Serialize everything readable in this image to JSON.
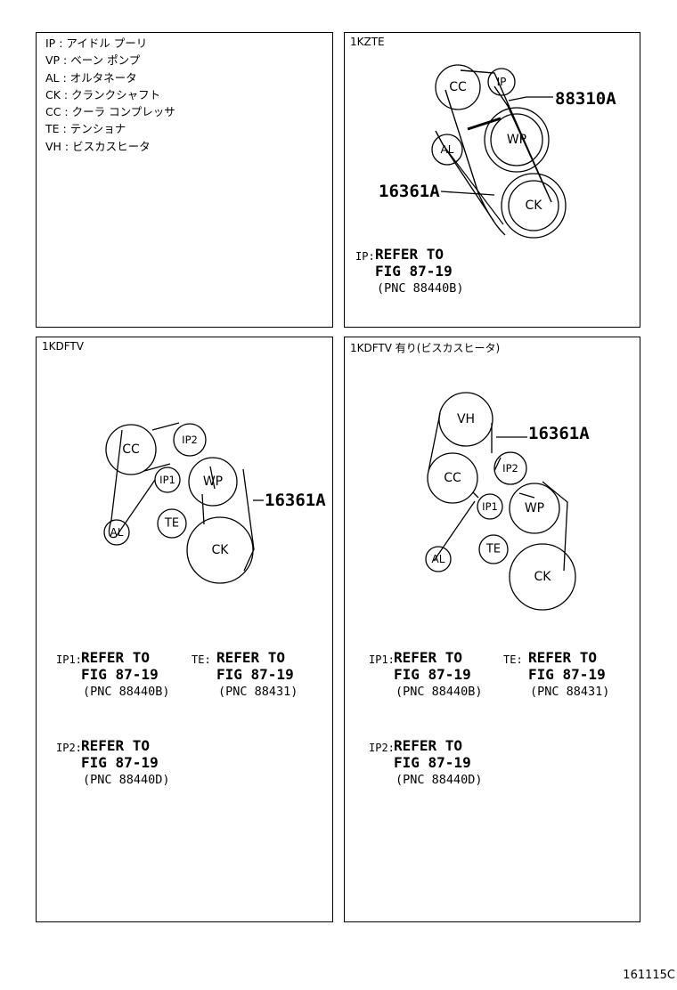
{
  "legend": {
    "items": [
      "IP : アイドル プーリ",
      "VP : ベーン ポンプ",
      "AL : オルタネータ",
      "CK : クランクシャフト",
      "CC : クーラ コンプレッサ",
      "TE : テンショナ",
      "VH : ビスカスヒータ"
    ]
  },
  "panels": {
    "kzte": {
      "title": "1KZTE",
      "pulleys": {
        "cc": "CC",
        "ip": "IP",
        "wp": "WP",
        "al": "AL",
        "ck": "CK"
      },
      "callouts": {
        "fan_belt": "88310A",
        "belt": "16361A"
      },
      "refs": [
        {
          "key": "IP:",
          "line1": "REFER TO",
          "line2": "FIG 87-19",
          "line3": "(PNC 88440B)"
        }
      ]
    },
    "kdftv": {
      "title": "1KDFTV",
      "pulleys": {
        "cc": "CC",
        "ip2": "IP2",
        "ip1": "IP1",
        "wp": "WP",
        "al": "AL",
        "te": "TE",
        "ck": "CK"
      },
      "callouts": {
        "belt": "16361A"
      },
      "refs": [
        {
          "key": "IP1:",
          "line1": "REFER TO",
          "line2": "FIG 87-19",
          "line3": "(PNC 88440B)"
        },
        {
          "key": "TE:",
          "line1": "REFER TO",
          "line2": "FIG 87-19",
          "line3": "(PNC 88431)"
        },
        {
          "key": "IP2:",
          "line1": "REFER TO",
          "line2": "FIG 87-19",
          "line3": "(PNC 88440D)"
        }
      ]
    },
    "kdftv_vh": {
      "title": "1KDFTV 有り(ビスカスヒータ)",
      "pulleys": {
        "vh": "VH",
        "cc": "CC",
        "ip2": "IP2",
        "ip1": "IP1",
        "wp": "WP",
        "al": "AL",
        "te": "TE",
        "ck": "CK"
      },
      "callouts": {
        "belt": "16361A"
      },
      "refs": [
        {
          "key": "IP1:",
          "line1": "REFER TO",
          "line2": "FIG 87-19",
          "line3": "(PNC 88440B)"
        },
        {
          "key": "TE:",
          "line1": "REFER TO",
          "line2": "FIG 87-19",
          "line3": "(PNC 88431)"
        },
        {
          "key": "IP2:",
          "line1": "REFER TO",
          "line2": "FIG 87-19",
          "line3": "(PNC 88440D)"
        }
      ]
    }
  },
  "doc_number": "161115C"
}
